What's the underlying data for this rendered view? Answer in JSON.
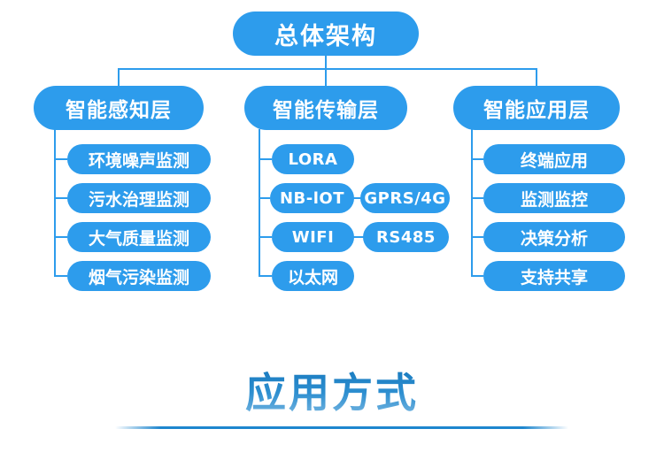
{
  "palette": {
    "box_blue": "#2D9CEC",
    "line_blue": "#2D9CEC",
    "title_gradient_top": "#1779BE",
    "title_gradient_bottom": "#7FBAE3",
    "divider_blue": "#1E86CE",
    "node_text": "#FFFFFF"
  },
  "diagram": {
    "root": {
      "label": "总体架构"
    },
    "columns": [
      {
        "header": "智能感知层",
        "items": [
          {
            "label": "环境噪声监测"
          },
          {
            "label": "污水治理监测"
          },
          {
            "label": "大气质量监测"
          },
          {
            "label": "烟气污染监测"
          }
        ]
      },
      {
        "header": "智能传输层",
        "items": [
          {
            "label": "LORA"
          },
          {
            "label": "NB-lOT",
            "attached": "GPRS/4G"
          },
          {
            "label": "WIFI",
            "attached": "RS485"
          },
          {
            "label": "以太网"
          }
        ]
      },
      {
        "header": "智能应用层",
        "items": [
          {
            "label": "终端应用"
          },
          {
            "label": "监测监控"
          },
          {
            "label": "决策分析"
          },
          {
            "label": "支持共享"
          }
        ]
      }
    ]
  },
  "footer": {
    "title": "应用方式"
  }
}
